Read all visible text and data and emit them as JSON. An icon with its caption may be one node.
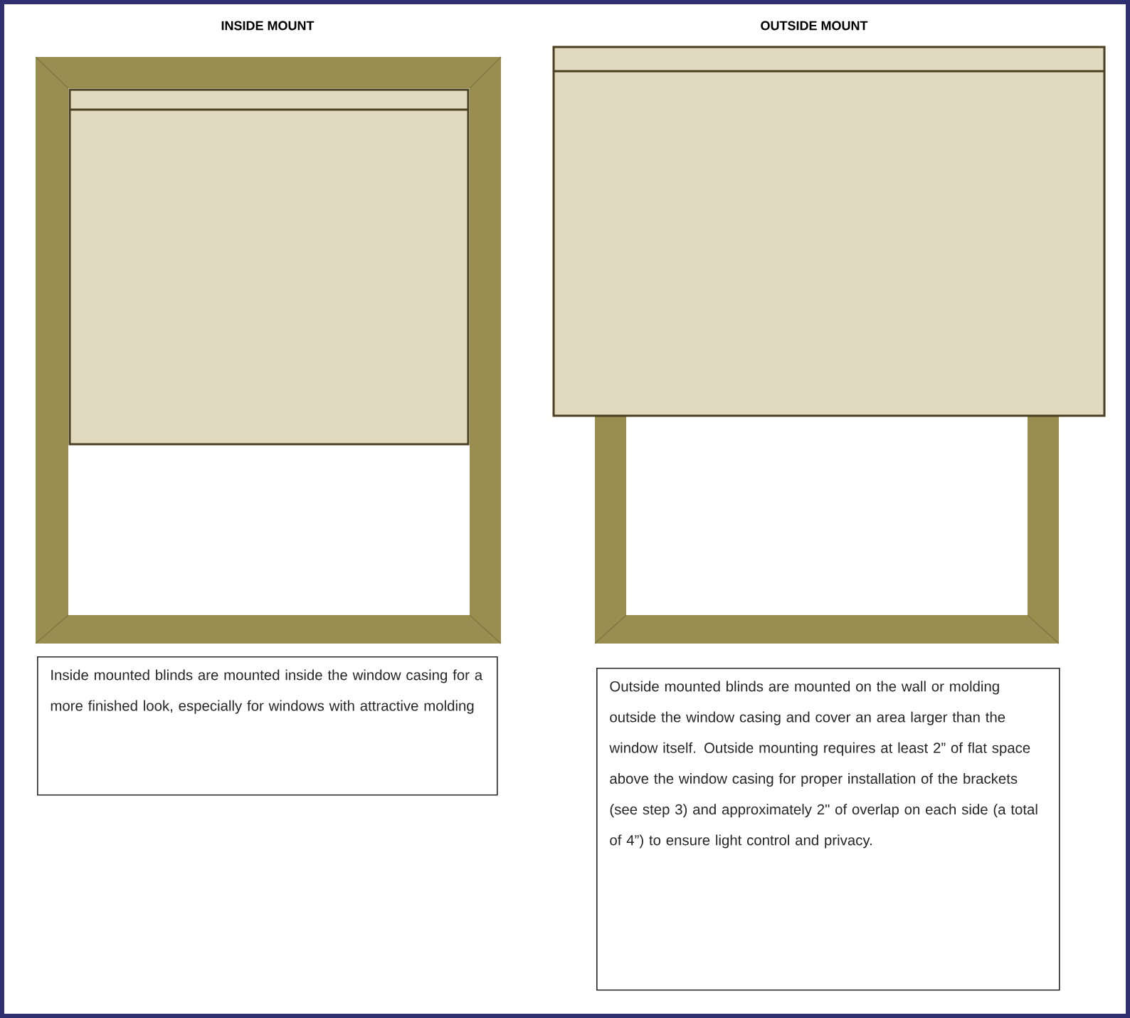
{
  "diagram": {
    "nodes": [
      {
        "text": [
          "Inside mounted blinds are mounted inside the window casing for a more finished look, especially for windows with attractive molding"
        ]
      },
      {
        "text": [
          "Outside mounted blinds are mounted on the wall or molding outside the window casing and cover an area larger than the window itself. Outside mounting requires at least 2” of flat space above the window casing for proper installation of the brackets (see step 3) and approximately 2\" of overlap on each side (a total of 4”) to ensure light control and privacy."
        ]
      }
    ],
    "labels": [
      "INSIDE MOUNT",
      "OUTSIDE MOUNT"
    ]
  }
}
